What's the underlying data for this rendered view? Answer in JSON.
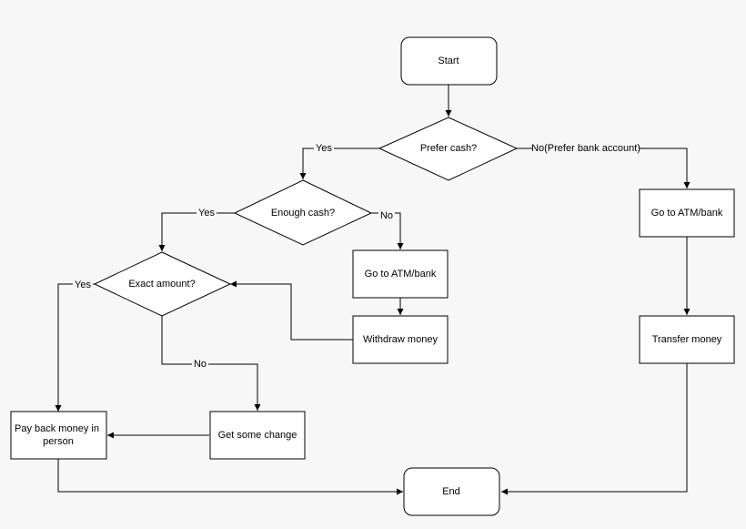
{
  "nodes": {
    "start": "Start",
    "prefer_cash": "Prefer cash?",
    "enough_cash": "Enough cash?",
    "exact_amount": "Exact amount?",
    "go_atm_left": "Go to ATM/bank",
    "withdraw_money": "Withdraw money",
    "get_change": "Get some change",
    "pay_back": [
      "Pay back money in",
      "person"
    ],
    "go_atm_right": "Go to ATM/bank",
    "transfer_money": "Transfer money",
    "end": "End"
  },
  "edge_labels": {
    "prefer_yes": "Yes",
    "prefer_no": "No(Prefer bank account)",
    "enough_yes": "Yes",
    "enough_no": "No",
    "exact_yes": "Yes",
    "exact_no": "No"
  }
}
